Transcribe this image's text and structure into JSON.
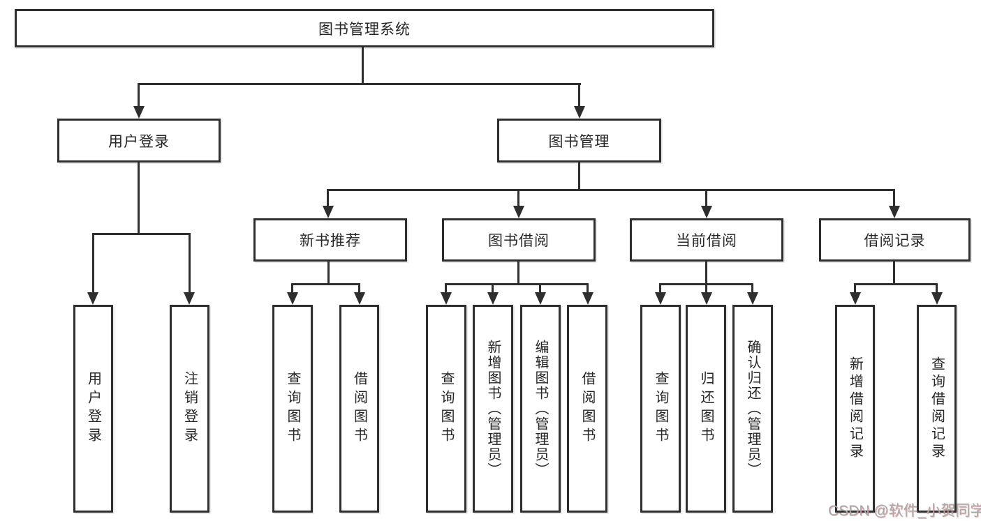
{
  "tree": {
    "root": {
      "label": "图书管理系统"
    },
    "level2": [
      {
        "label": "用户登录",
        "leaves": [
          {
            "label": "用户登录"
          },
          {
            "label": "注销登录"
          }
        ]
      },
      {
        "label": "图书管理"
      }
    ],
    "level3": [
      {
        "label": "新书推荐",
        "leaves": [
          {
            "label": "查询图书"
          },
          {
            "label": "借阅图书"
          }
        ]
      },
      {
        "label": "图书借阅",
        "leaves": [
          {
            "label": "查询图书"
          },
          {
            "label": "新增图书（管理员）"
          },
          {
            "label": "编辑图书（管理员）"
          },
          {
            "label": "借阅图书"
          }
        ]
      },
      {
        "label": "当前借阅",
        "leaves": [
          {
            "label": "查询图书"
          },
          {
            "label": "归还图书"
          },
          {
            "label": "确认归还（管理员）"
          }
        ]
      },
      {
        "label": "借阅记录",
        "leaves": [
          {
            "label": "新增借阅记录"
          },
          {
            "label": "查询借阅记录"
          }
        ]
      }
    ]
  },
  "watermark": {
    "text": "CSDN @软件_小贺同学"
  },
  "colors": {
    "line": "#2e2e2e",
    "text": "#262626",
    "background": "#ffffff",
    "watermark": "#a9a9a9"
  }
}
